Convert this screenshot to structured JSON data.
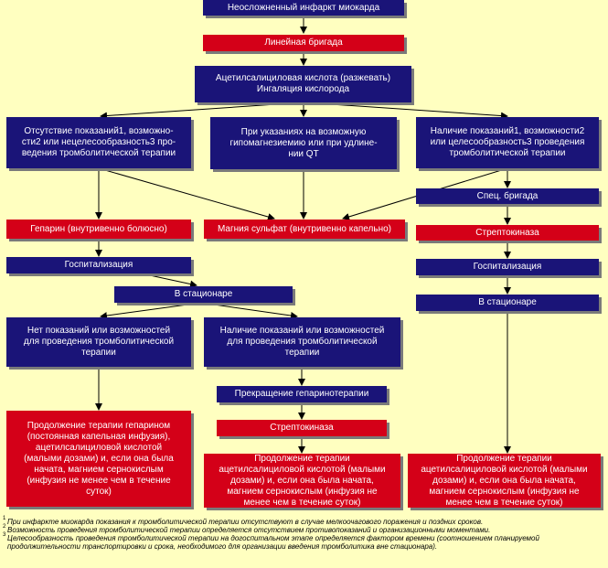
{
  "nodes": {
    "mi": "Неосложненный инфаркт миокарда",
    "linear_team": "Линейная бригада",
    "aspirin": "Ацетилсалициловая кислота (разжевать)\nИнгаляция кислорода",
    "left_cond": "Отсутствие показаний1, возможно-\nсти2 или нецелесообразность3 про-\nведения тромболитической терапии",
    "mid_cond": "При указаниях на возможную\nгипомагнезиемию или при удлине-\nнии QT",
    "right_cond": "Наличие показаний1, возможности2\nили целесообразность3 проведения\nтромболитической терапии",
    "heparin": "Гепарин (внутривенно болюсно)",
    "mgso4": "Магния сульфат (внутривенно капельно)",
    "spec_team": "Спец. бригада",
    "streptokinase_r": "Стрептокиназа",
    "hosp_l": "Госпитализация",
    "hosp_r": "Госпитализация",
    "hospital_m": "В стационаре",
    "hospital_r": "В стационаре",
    "no_thrombo": "Нет показаний или возможностей\nдля проведения тромболитической\nтерапии",
    "yes_thrombo": "Наличие показаний или возможностей\nдля проведения тромболитической\nтерапии",
    "stop_heparin": "Прекращение гепаринотерапии",
    "streptokinase_m": "Стрептокиназа",
    "cont_heparin": "Продолжение терапии гепарином\n(постоянная капельная инфузия),\nацетилсалициловой кислотой\n(малыми дозами) и, если она была\nначата, магнием сернокислым\n(инфузия не менее чем в течение\nсуток)",
    "cont_mid": "Продолжение терапии\nацетилсалициловой кислотой (малыми\nдозами) и, если она была начата,\nмагнием сернокислым (инфузия не\nменее чем в течение суток)",
    "cont_right": "Продолжение терапии\nацетилсалициловой кислотой (малыми\nдозами) и, если она была начата,\nмагнием сернокислым (инфузия не\nменее чем в течение суток)"
  },
  "footnotes": [
    {
      "num": "1",
      "text": "При инфаркте миокарда показания к тромболитической терапии отсутствуют в случае мелкоочагового поражения и поздних сроков."
    },
    {
      "num": "2",
      "text": "Возможность проведения тромболитической терапии определяется отсутствием противопоказаний и организационными моментами."
    },
    {
      "num": "3",
      "text": "Целесообразность проведения тромболитической терапии на догоспитальном этапе определяется фактором времени (соотношением планируемой продолжительности транспортировки и срока, необходимого для организации введения тромболитика вне стационара)."
    }
  ],
  "colors": {
    "background": "#ffffc0",
    "process": "#1a1478",
    "action": "#d40018"
  }
}
